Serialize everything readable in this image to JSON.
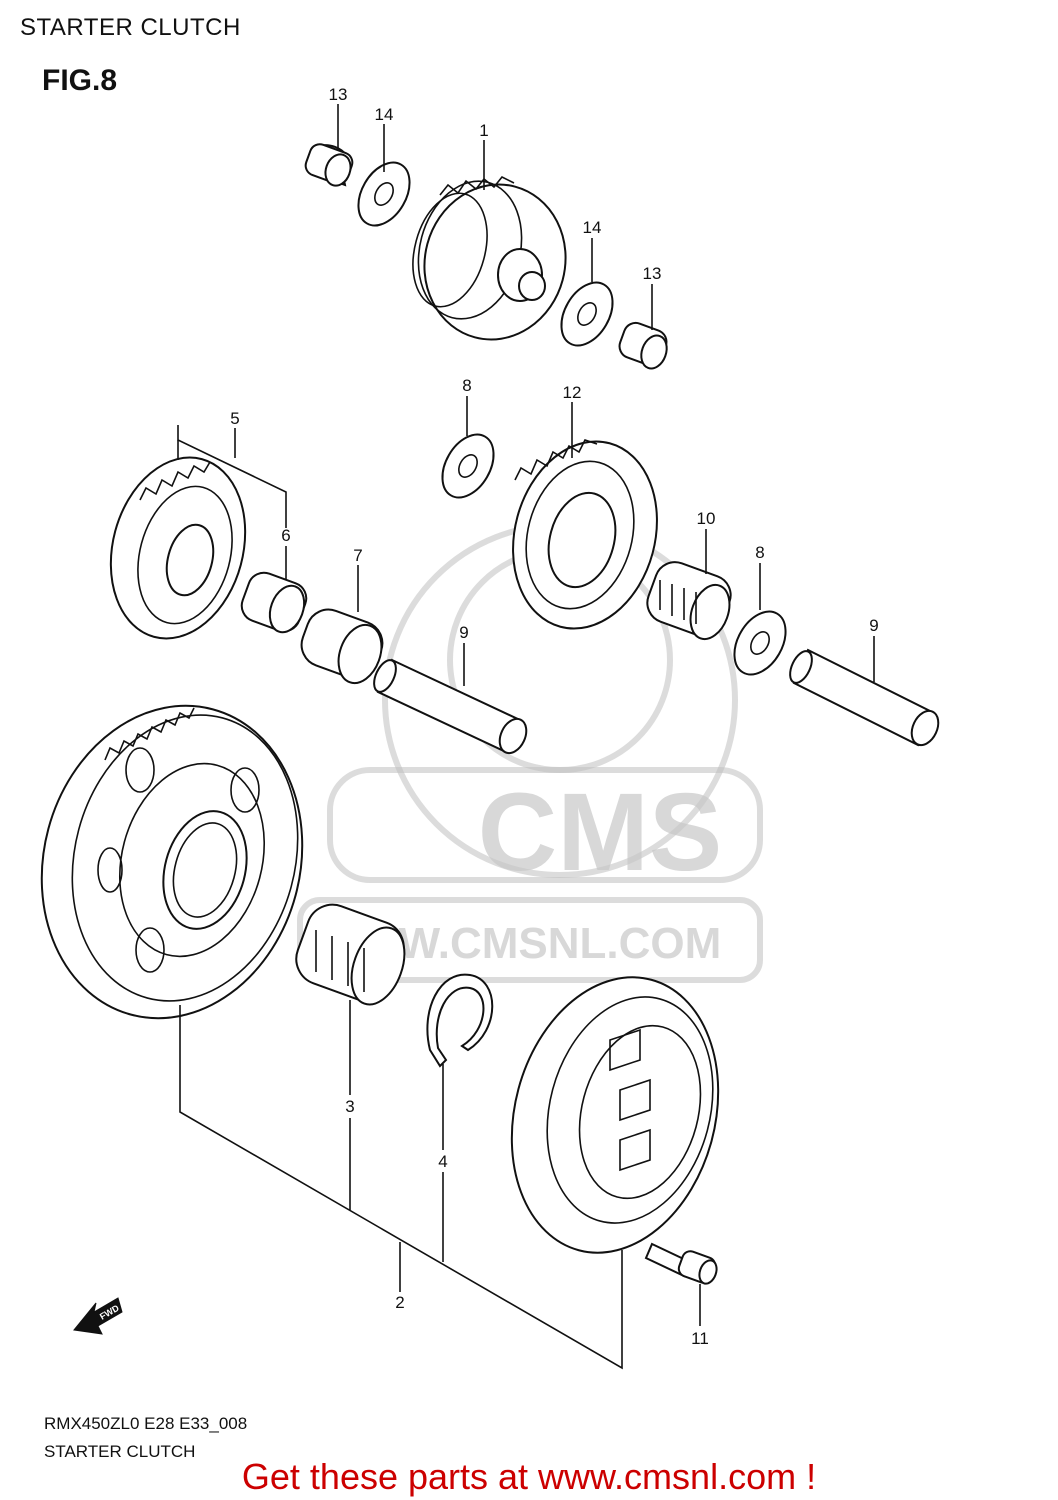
{
  "header": {
    "title": "STARTER CLUTCH",
    "figure": "FIG.8"
  },
  "watermark": {
    "brand": "CMS",
    "url": "W.CMSNL.COM"
  },
  "callouts": [
    "1",
    "2",
    "3",
    "4",
    "5",
    "6",
    "7",
    "8",
    "8",
    "9",
    "9",
    "10",
    "11",
    "12",
    "13",
    "13",
    "14",
    "14"
  ],
  "labels": {
    "l1": "1",
    "l2": "2",
    "l3": "3",
    "l4": "4",
    "l5": "5",
    "l6": "6",
    "l7": "7",
    "l8a": "8",
    "l8b": "8",
    "l9a": "9",
    "l9b": "9",
    "l10": "10",
    "l11": "11",
    "l12": "12",
    "l13a": "13",
    "l13b": "13",
    "l14a": "14",
    "l14b": "14"
  },
  "fwd": "FWD",
  "footer": {
    "code": "RMX450ZL0 E28 E33_008",
    "subtitle": "STARTER CLUTCH"
  },
  "cta": "Get these parts at www.cmsnl.com !",
  "colors": {
    "cta": "#cc0000",
    "line": "#111111",
    "watermark": "#c8c8c8"
  }
}
